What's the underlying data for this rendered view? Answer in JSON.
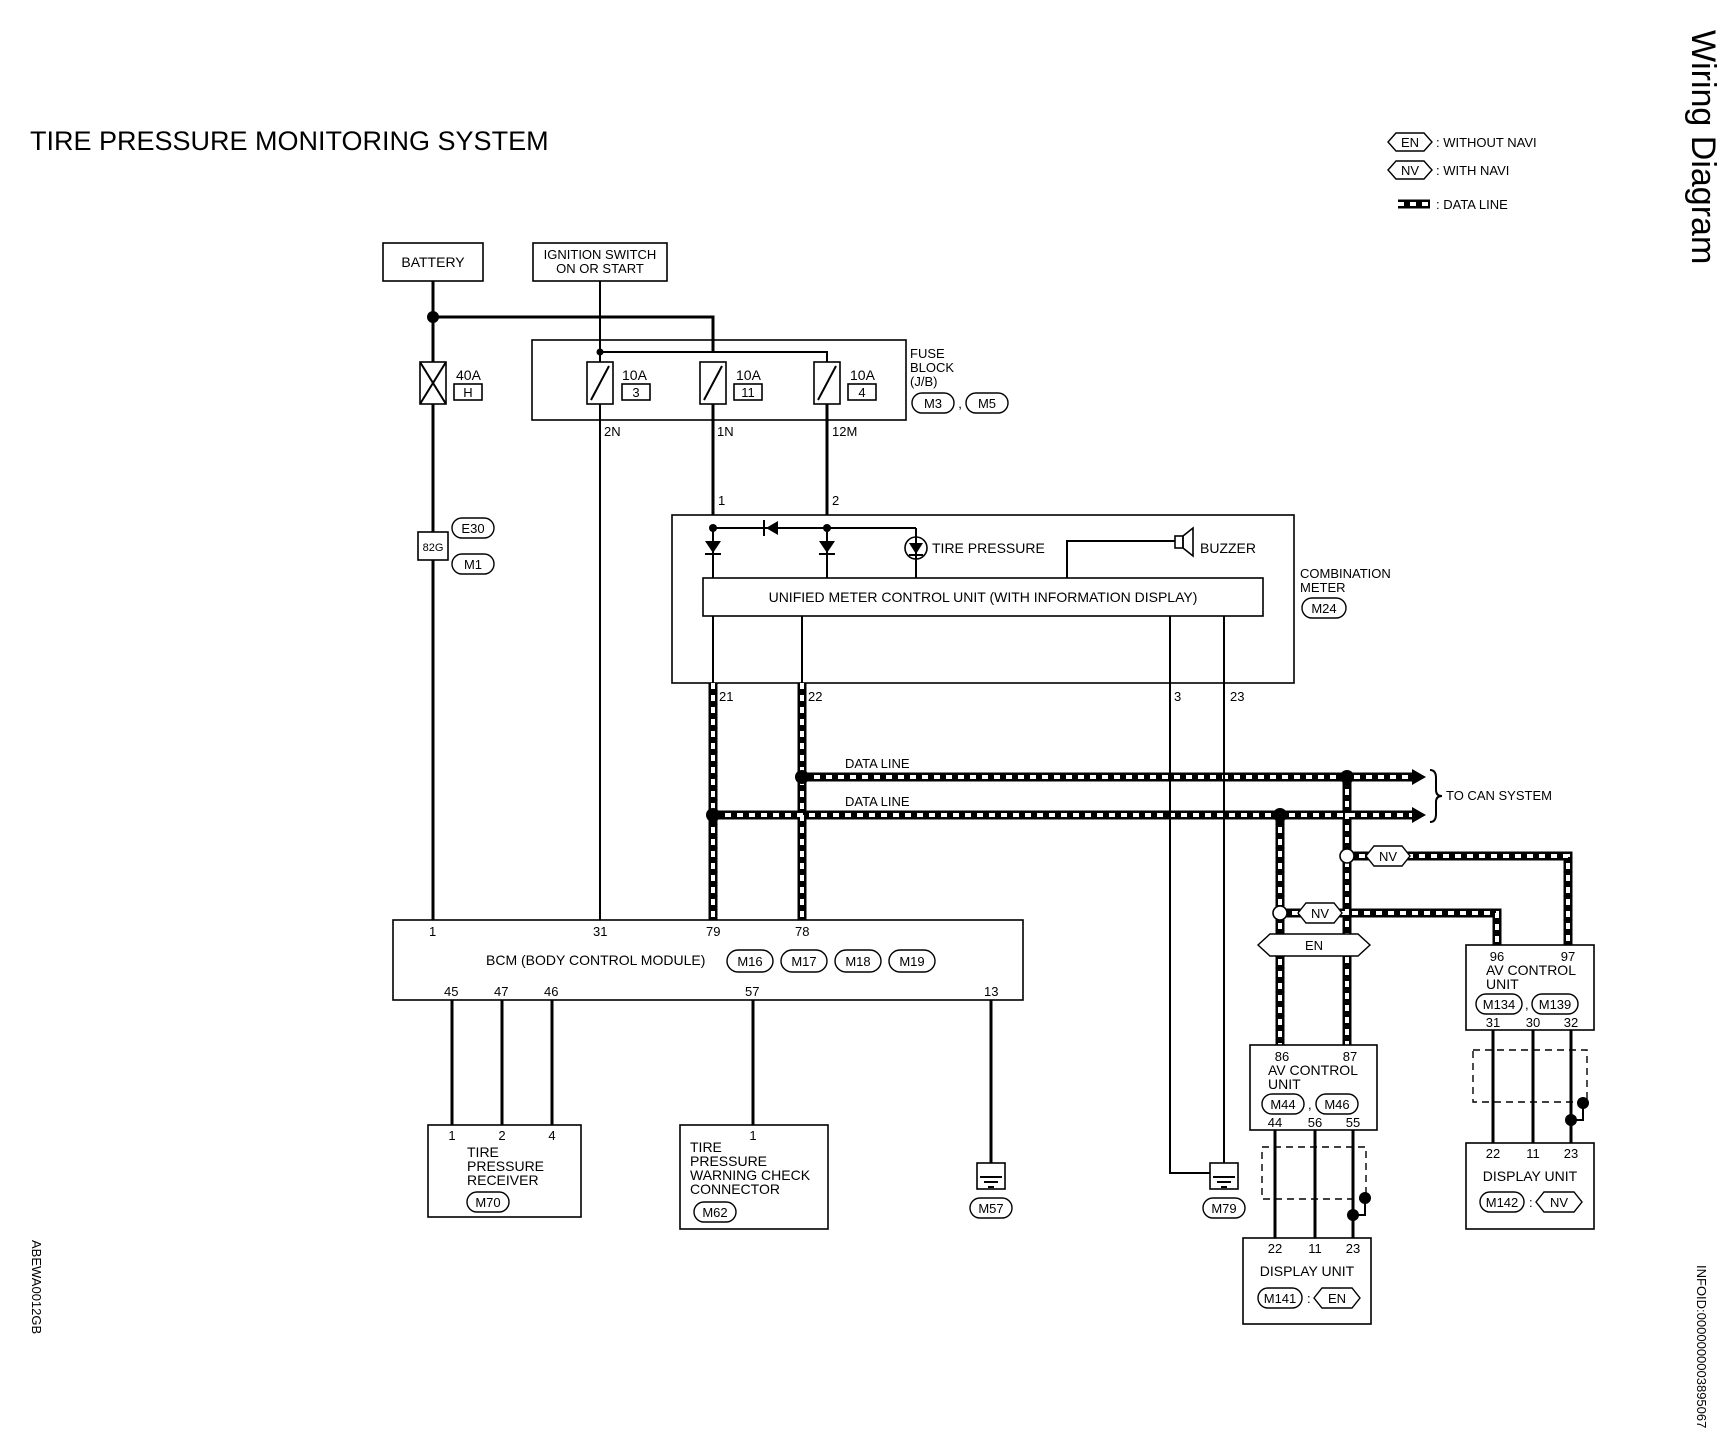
{
  "title": "TIRE PRESSURE MONITORING SYSTEM",
  "side_title": "Wiring Diagram",
  "left_code": "ABEWA0012GB",
  "right_code": "INFOID:0000000003895067",
  "legend": {
    "en_tag": "EN",
    "en_text": ": WITHOUT NAVI",
    "nv_tag": "NV",
    "nv_text": ": WITH NAVI",
    "dl_text": ": DATA LINE"
  },
  "battery": "BATTERY",
  "ignition": [
    "IGNITION SWITCH",
    "ON OR START"
  ],
  "fuse_block": {
    "label": [
      "FUSE",
      "BLOCK",
      "(J/B)"
    ],
    "connectors": [
      "M3",
      "M5"
    ],
    "fuses": [
      {
        "amp": "10A",
        "num": "3",
        "term": "2N"
      },
      {
        "amp": "10A",
        "num": "11",
        "term": "1N"
      },
      {
        "amp": "10A",
        "num": "4",
        "term": "12M"
      }
    ]
  },
  "main_fuse": {
    "amp": "40A",
    "num": "H"
  },
  "joint": {
    "code": "82G",
    "connectors": [
      "E30",
      "M1"
    ]
  },
  "combination_meter": {
    "label": [
      "COMBINATION",
      "METER"
    ],
    "connector": "M24",
    "unit": "UNIFIED METER CONTROL UNIT (WITH INFORMATION DISPLAY)",
    "tire_pressure": "TIRE PRESSURE",
    "buzzer": "BUZZER",
    "top_pins": [
      "1",
      "2"
    ],
    "bottom_pins": [
      "21",
      "22",
      "3",
      "23"
    ]
  },
  "data_line": {
    "label": "DATA LINE",
    "to_can": "TO CAN SYSTEM"
  },
  "bcm": {
    "label": "BCM (BODY CONTROL MODULE)",
    "connectors": [
      "M16",
      "M17",
      "M18",
      "M19"
    ],
    "top_pins": [
      "1",
      "31",
      "79",
      "78"
    ],
    "bottom_pins": [
      "45",
      "47",
      "46",
      "57",
      "13"
    ]
  },
  "receiver": {
    "label": [
      "TIRE",
      "PRESSURE",
      "RECEIVER"
    ],
    "connector": "M70",
    "pins": [
      "1",
      "2",
      "4"
    ]
  },
  "check_connector": {
    "label": [
      "TIRE",
      "PRESSURE",
      "WARNING CHECK",
      "CONNECTOR"
    ],
    "connector": "M62",
    "pin": "1"
  },
  "grounds": [
    "M57",
    "M79"
  ],
  "av_en": {
    "label": [
      "AV CONTROL",
      "UNIT"
    ],
    "connectors": [
      "M44",
      "M46"
    ],
    "top_pins": [
      "86",
      "87"
    ],
    "bottom_pins": [
      "44",
      "56",
      "55"
    ]
  },
  "av_nv": {
    "label": [
      "AV CONTROL",
      "UNIT"
    ],
    "connectors": [
      "M134",
      "M139"
    ],
    "top_pins": [
      "96",
      "97"
    ],
    "bottom_pins": [
      "31",
      "30",
      "32"
    ]
  },
  "display_en": {
    "label": "DISPLAY UNIT",
    "connector": "M141",
    "tag": "EN",
    "pins": [
      "22",
      "11",
      "23"
    ]
  },
  "display_nv": {
    "label": "DISPLAY UNIT",
    "connector": "M142",
    "tag": "NV",
    "pins": [
      "22",
      "11",
      "23"
    ]
  },
  "tags": {
    "nv": "NV",
    "en": "EN"
  }
}
